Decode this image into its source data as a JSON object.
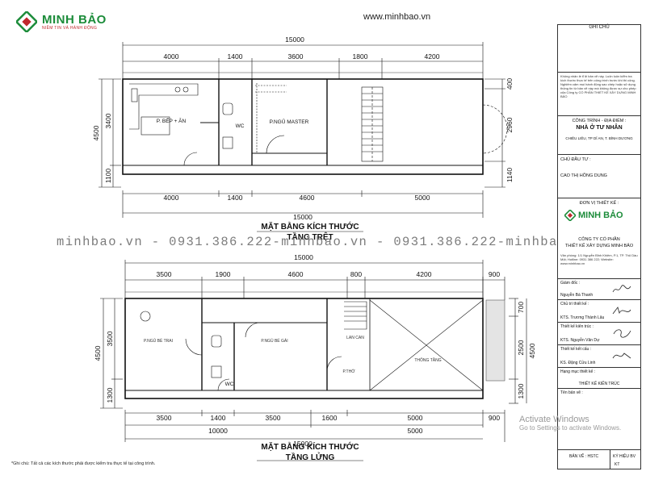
{
  "header": {
    "logo_name": "MINH BẢO",
    "logo_tagline": "NIỀM TIN VÀ HÀNH ĐỘNG",
    "site_url": "www.minhbao.vn"
  },
  "ground_floor": {
    "title_line1": "MẶT BẰNG KÍCH THƯỚC",
    "title_line2": "TẦNG TRỆT",
    "overall": "15000",
    "top_dims": [
      "4000",
      "1400",
      "3600",
      "1800",
      "4200"
    ],
    "bottom_dims": [
      "4000",
      "1400",
      "4600",
      "5000"
    ],
    "left_dims": [
      "3400",
      "1100"
    ],
    "left_overall": "4500",
    "right_dims": [
      "400",
      "2960",
      "1140"
    ],
    "rooms": [
      "P. BẾP + ĂN",
      "WC",
      "P.NGỦ MASTER"
    ]
  },
  "mezzanine": {
    "title_line1": "MẶT BẰNG KÍCH THƯỚC",
    "title_line2": "TẦNG LỬNG",
    "overall": "15000",
    "top_dims": [
      "3500",
      "1900",
      "4600",
      "800",
      "4200",
      "900"
    ],
    "bottom_dims": [
      "3500",
      "1400",
      "3500",
      "1600",
      "5000",
      "900"
    ],
    "bottom_split": [
      "10000",
      "5000"
    ],
    "left_dims": [
      "3500",
      "1300"
    ],
    "left_overall": "4500",
    "right_dims": [
      "700",
      "2500",
      "1300"
    ],
    "rooms": [
      "P.NGỦ BÉ TRAI",
      "P.NGỦ BÉ GÁI",
      "WC",
      "LAN CAN",
      "P.THỜ",
      "THÔNG TẦNG"
    ]
  },
  "watermark": "minhbao.vn - 0931.386.222-minhbao.vn - 0931.386.222-minhbao.vn",
  "footnote": "*Ghi chú: Tất cả các kích thước phải được kiểm tra thực tế tại công trình.",
  "title_block": {
    "notes_label": "GHI CHÚ",
    "notes_text": "Không nhân lề tỉ lệ bản vẽ này. Luôn luôn kiểm tra kích thước thực tế trên công trình trước khi thi công. Nghiêm cấm mọi hành động sao chép hoặc sử dụng thông tin từ bản vẽ này mà không được sự cho phép của Công ty CỔ PHẦN THIẾT KẾ XÂY DỰNG MINH BẢO",
    "project_label": "CÔNG TRÌNH - ĐỊA ĐIỂM :",
    "project_name": "NHÀ Ở TƯ NHÂN",
    "project_location": "CHIÊU LIÊU, TP DĨ AN, T. BÌNH DƯƠNG",
    "owner_label": "CHỦ ĐẦU TƯ :",
    "owner_name": "CAO THỊ HỒNG DUNG",
    "designer_label": "ĐƠN VỊ THIẾT KẾ :",
    "company_line1": "CÔNG TY CỔ PHẦN",
    "company_line2": "THIẾT KẾ XÂY DỰNG MINH BẢO",
    "company_address": "Văn phòng: 1/1 Nguyễn Bỉnh Khiêm, P.1, TP. Thủ Dầu Một; Hotline: 0931 386 222; Website: www.minhbao.vn",
    "director_label": "Giám đốc :",
    "director_name": "Nguyễn Bá Thanh",
    "lead_label": "Chủ trì thiết kế :",
    "lead_name": "KTS. Trương Thành Lâu",
    "checker_label": "Thiết kế kiến trúc :",
    "checker_name": "KTS. Nguyễn Văn Dự",
    "structure_label": "Thiết kế kết cấu :",
    "structure_name": "KS. Đặng Cửu Linh",
    "category_label": "Hạng mục thiết kế :",
    "category_name": "THIẾT KẾ KIẾN TRÚC",
    "sheet_name_label": "Tên bản vẽ :",
    "drawing_label": "BẢN VẼ : HSTC",
    "symbol_label": "KÝ HIỆU BV",
    "symbol_value": "KT"
  },
  "os_overlay": {
    "line1": "Activate Windows",
    "line2": "Go to Settings to activate Windows."
  }
}
